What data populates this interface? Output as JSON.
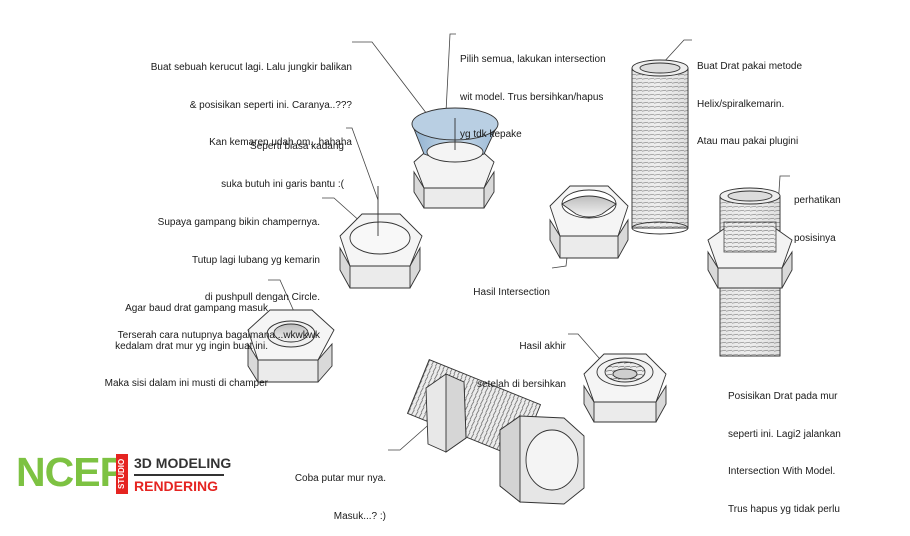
{
  "colors": {
    "ncep_green": "#7dc242",
    "brand_red": "#e52421",
    "line": "#333333",
    "face_light": "#f4f4f4",
    "face_mid": "#e2e2e2",
    "face_dark": "#cfcfcf",
    "cone_blue": "#a9c4dd"
  },
  "annotations": {
    "cone": [
      "Buat sebuah kerucut lagi. Lalu jungkir balikan",
      "& posisikan seperti ini. Caranya..???",
      "Kan kemaren udah om...hahaha"
    ],
    "intersection": [
      "Pilih semua, lakukan intersection",
      "wit model. Trus bersihkan/hapus",
      "yg tdk kepake"
    ],
    "thread": [
      "Buat Drat pakai metode",
      "Helix/spiralkemarin.",
      "Atau mau pakai plugini"
    ],
    "guideline": [
      "Seperti biasa kadang",
      "suka butuh ini garis bantu :("
    ],
    "chamfer_prep": [
      "Supaya gampang bikin champernya.",
      "Tutup lagi lubang yg kemarin",
      "di pushpull dengan Circle.",
      "Terserah cara nutupnya bagaimana...wkwkwk"
    ],
    "result_intersection": [
      "Hasil Intersection"
    ],
    "position_note": [
      "perhatikan",
      "posisinya"
    ],
    "chamfer_inner": [
      "Agar baud drat gampang masuk",
      "kedalam drat mur yg ingin buat ini.",
      "Maka sisi dalam ini musti di champer"
    ],
    "final_result": [
      "Hasil akhir",
      "setelah di bersihkan"
    ],
    "thread_position": [
      "Posisikan Drat pada mur",
      "seperti ini. Lagi2 jalankan",
      "Intersection With Model.",
      "Trus hapus yg tidak perlu"
    ],
    "screw_test": [
      "Coba putar mur nya.",
      "Masuk...? :)"
    ]
  },
  "logo": {
    "ncep": "NCEP",
    "studio": "STUDIO",
    "modeling": "3D MODELING",
    "rendering": "RENDERING"
  }
}
